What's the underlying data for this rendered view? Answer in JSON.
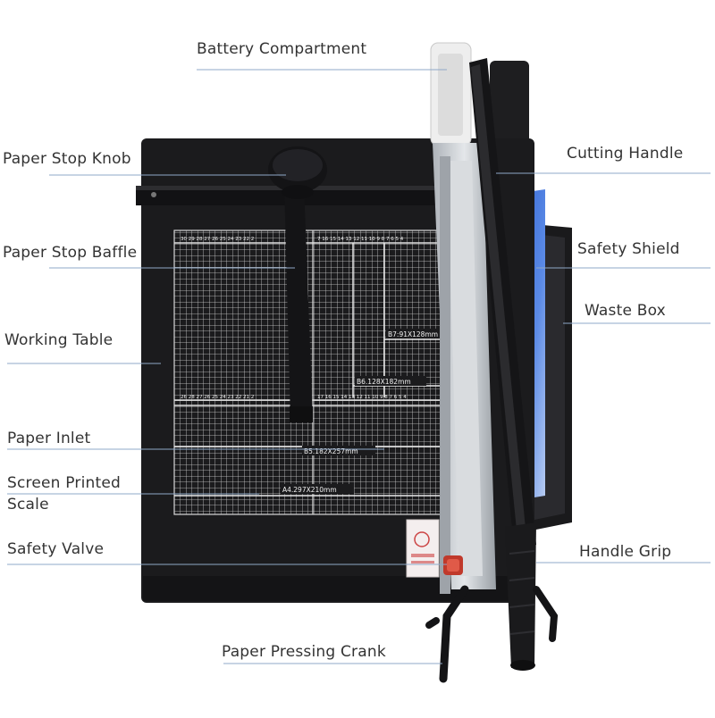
{
  "labels": {
    "battery_compartment": "Battery Compartment",
    "paper_stop_knob": "Paper Stop Knob",
    "cutting_handle": "Cutting Handle",
    "paper_stop_baffle": "Paper Stop Baffle",
    "safety_shield": "Safety Shield",
    "waste_box": "Waste Box",
    "working_table": "Working Table",
    "paper_inlet": "Paper Inlet",
    "screen_printed_scale": "Screen Printed Scale",
    "safety_valve": "Safety Valve",
    "handle_grip": "Handle Grip",
    "paper_pressing_crank": "Paper Pressing Crank"
  },
  "scale": {
    "top_numbers_left": "30 29 28 27 26 25 24 23 22 2",
    "top_numbers_right": "7 16 15 14 13 12 11 10 9 8 7 6 5 4",
    "bottom_numbers_left": "26 28 27 26 25 24 23 22 21 2",
    "bottom_numbers_right": "17 16 15 14 13 12 11 10 9 8 7 6 5 4",
    "b7": "B7:91X128mm",
    "b6": "B6.128X182mm",
    "b5": "B5.182X257mm",
    "a4": "A4.297X210mm"
  },
  "colors": {
    "body": "#1b1b1d",
    "grid": "#e6e6e6",
    "blade": "#c9cdd2",
    "shield": "#3d6fd6",
    "leader": "#8fa8c8",
    "text": "#333333"
  }
}
